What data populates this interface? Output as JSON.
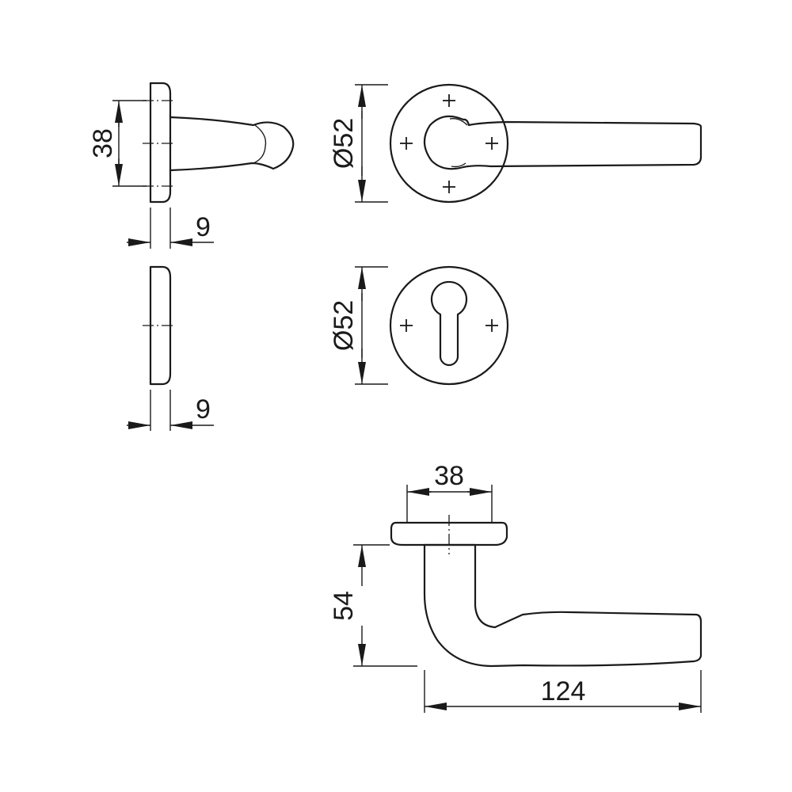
{
  "dimensions": {
    "side_height": "38",
    "rose_thickness_top": "9",
    "rose_thickness_bottom": "9",
    "rose_diameter_lever": "Ø52",
    "rose_diameter_escutcheon": "Ø52",
    "lever_offset": "38",
    "lever_projection": "54",
    "lever_length": "124"
  }
}
